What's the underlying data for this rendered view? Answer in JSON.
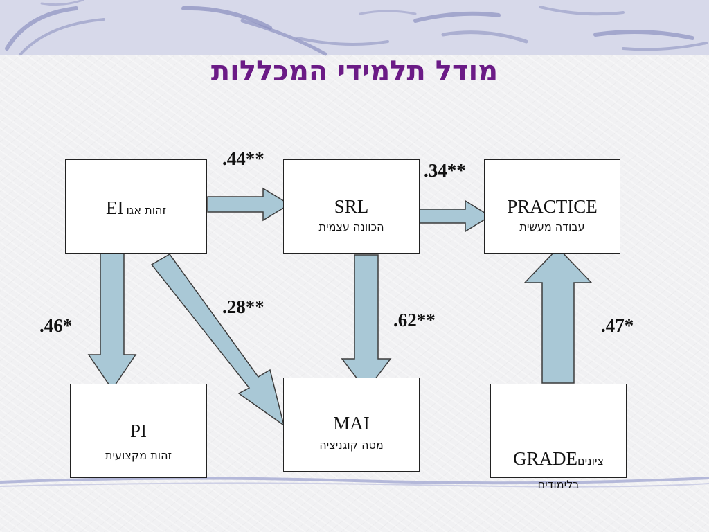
{
  "slide": {
    "title": "מודל תלמידי המכללות"
  },
  "nodes": {
    "ei": {
      "code": "EI",
      "hebrew": "זהות אגו"
    },
    "srl": {
      "code": "SRL",
      "hebrew": "הכוונה עצמית"
    },
    "practice": {
      "code": "PRACTICE",
      "hebrew": "עבודה מעשית"
    },
    "pi": {
      "code": "PI",
      "hebrew": "זהות מקצועית"
    },
    "mai": {
      "code": "MAI",
      "hebrew": "מטה  קוגניציה"
    },
    "grade": {
      "code": "GRADE",
      "hebrew_prefix": "ציונים",
      "hebrew_line2": "בלימודים"
    }
  },
  "edges": {
    "ei_srl": {
      "coef": ".44**"
    },
    "srl_practice": {
      "coef": ".34**"
    },
    "ei_mai": {
      "coef": ".28**"
    },
    "srl_mai": {
      "coef": ".62**"
    },
    "ei_pi": {
      "coef": ".46*"
    },
    "grade_practice": {
      "coef": ".47*"
    }
  },
  "colors": {
    "title": "#6b1b86",
    "arrow_fill": "#a9c8d6",
    "arrow_stroke": "#3c3c3c",
    "box_border": "#222222"
  }
}
